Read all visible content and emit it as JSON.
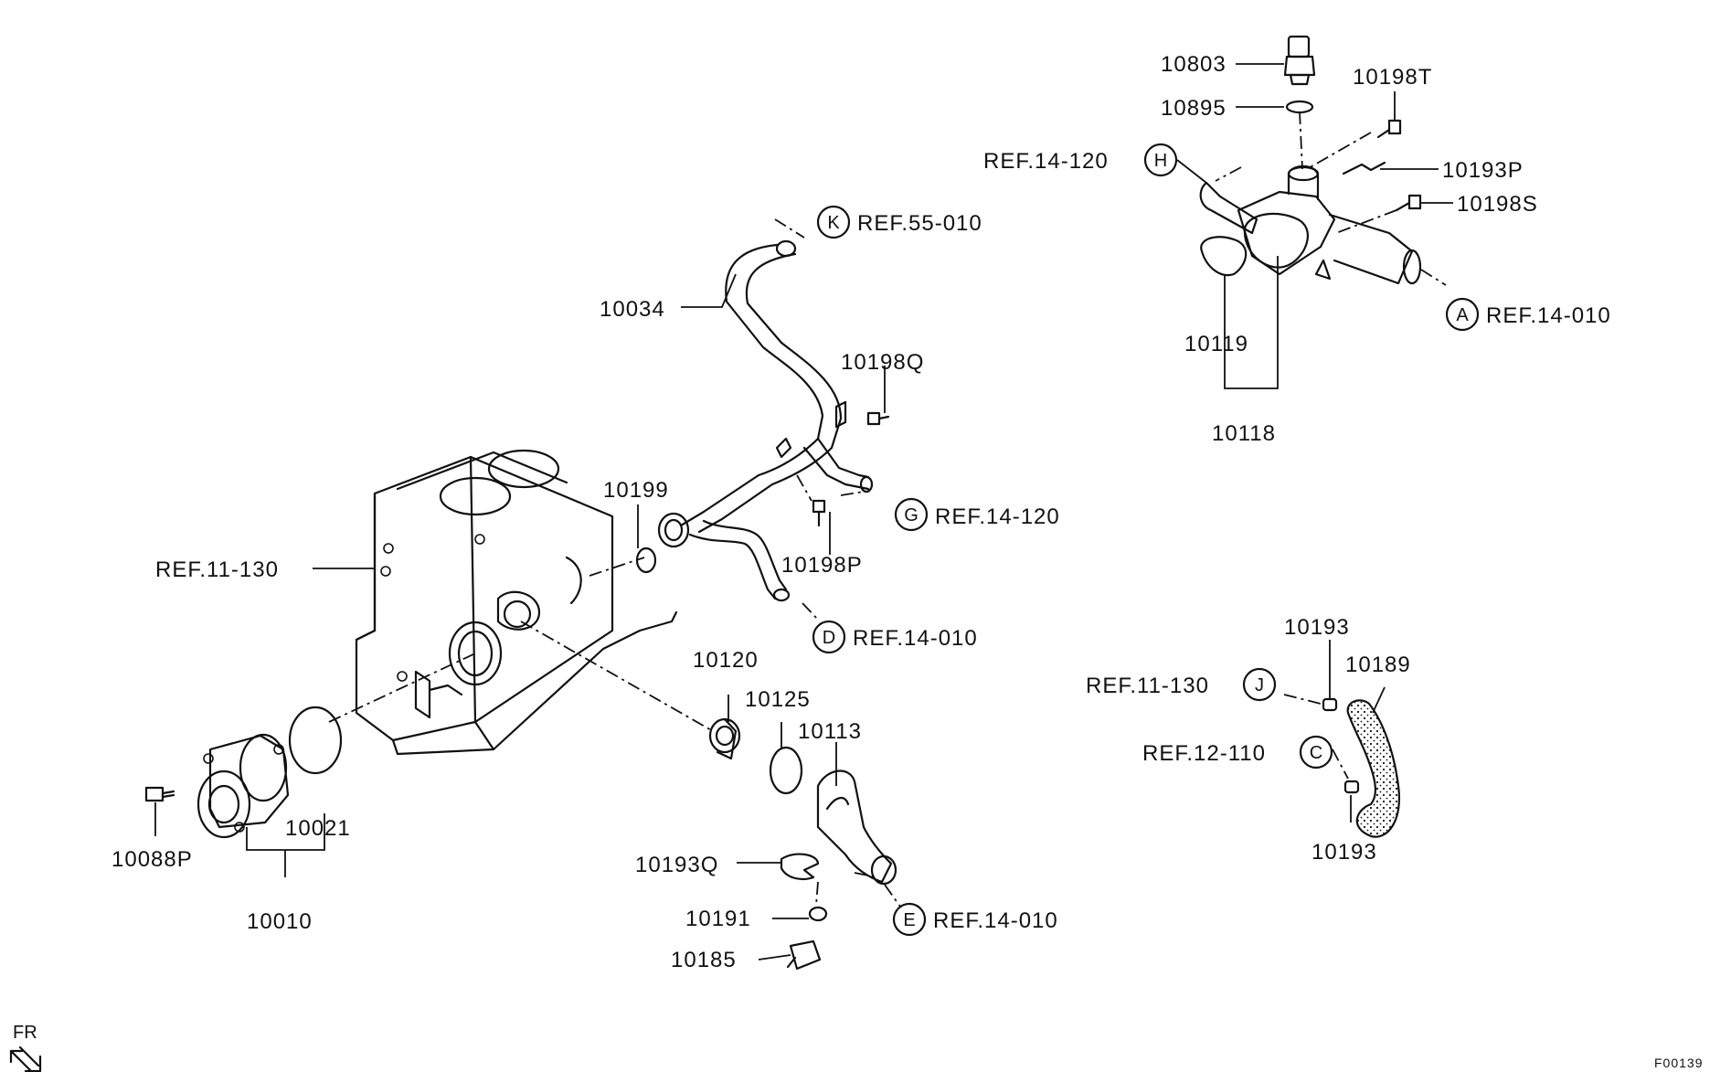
{
  "labels": {
    "p10803": "10803",
    "p10895": "10895",
    "p10198T": "10198T",
    "p10193P": "10193P",
    "p10198S": "10198S",
    "p10119": "10119",
    "p10118": "10118",
    "p10034": "10034",
    "p10198Q": "10198Q",
    "p10199": "10199",
    "p10198P": "10198P",
    "p10120": "10120",
    "p10125": "10125",
    "p10113": "10113",
    "p10193Q": "10193Q",
    "p10191": "10191",
    "p10185": "10185",
    "p10021": "10021",
    "p10010": "10010",
    "p10088P": "10088P",
    "p10193a": "10193",
    "p10193b": "10193",
    "p10189": "10189"
  },
  "refs": {
    "refH": "REF.14-120",
    "refK": "REF.55-010",
    "refA": "REF.14-010",
    "refG": "REF.14-120",
    "refD": "REF.14-010",
    "ref11": "REF.11-130",
    "refJ": "REF.11-130",
    "refC": "REF.12-110",
    "refE": "REF.14-010"
  },
  "callouts": {
    "H": "H",
    "K": "K",
    "A": "A",
    "G": "G",
    "D": "D",
    "J": "J",
    "C": "C",
    "E": "E"
  },
  "orientation": "FR",
  "figure_code": "F00139"
}
